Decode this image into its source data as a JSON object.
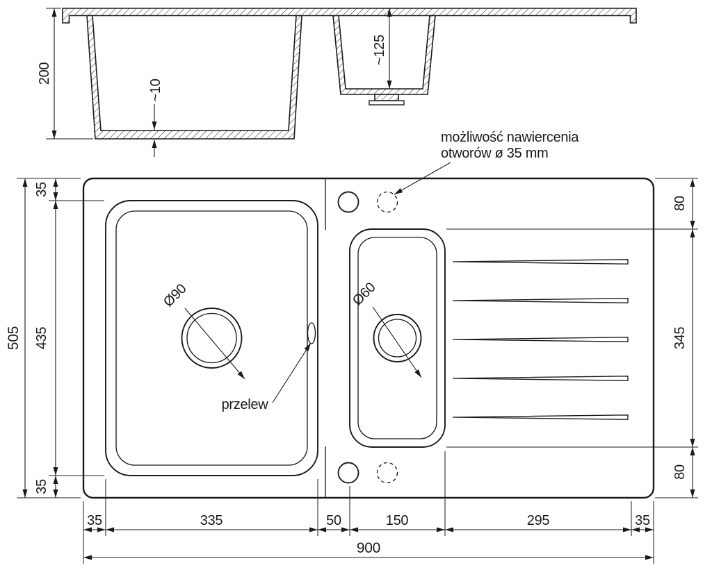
{
  "colors": {
    "ink": "#1a1a1a",
    "background": "#ffffff"
  },
  "section_view": {
    "dim_depth_main": "200",
    "dim_bottom_thickness": "~10",
    "dim_depth_small": "~125"
  },
  "plan_view": {
    "dim_height_total": "505",
    "left_segments": [
      "35",
      "435",
      "35"
    ],
    "right_segments": [
      "80",
      "345",
      "80"
    ],
    "bottom_segments": [
      "35",
      "335",
      "50",
      "150",
      "295",
      "35"
    ],
    "dim_width_total": "900",
    "drain_main": "Ø90",
    "drain_small": "Ø60",
    "overflow_label": "przelew",
    "drill_note_line1": "możliwość nawiercenia",
    "drill_note_line2": "otworów ø 35 mm"
  }
}
